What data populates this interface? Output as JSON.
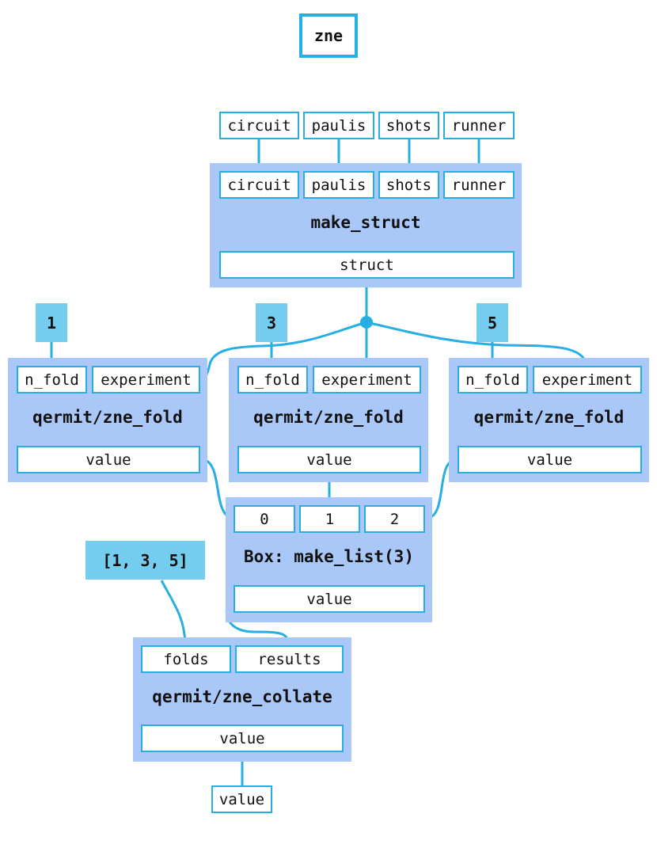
{
  "title": "zne",
  "graph_inputs": [
    "circuit",
    "paulis",
    "shots",
    "runner"
  ],
  "make_struct": {
    "label": "make_struct",
    "inputs": [
      "circuit",
      "paulis",
      "shots",
      "runner"
    ],
    "output": "struct"
  },
  "constants": {
    "c1": "1",
    "c3": "3",
    "c5": "5",
    "folds": "[1, 3, 5]"
  },
  "fold_nodes": [
    {
      "label": "qermit/zne_fold",
      "inputs": [
        "n_fold",
        "experiment"
      ],
      "output": "value"
    },
    {
      "label": "qermit/zne_fold",
      "inputs": [
        "n_fold",
        "experiment"
      ],
      "output": "value"
    },
    {
      "label": "qermit/zne_fold",
      "inputs": [
        "n_fold",
        "experiment"
      ],
      "output": "value"
    }
  ],
  "make_list": {
    "label": "Box: make_list(3)",
    "inputs": [
      "0",
      "1",
      "2"
    ],
    "output": "value"
  },
  "collate": {
    "label": "qermit/zne_collate",
    "inputs": [
      "folds",
      "results"
    ],
    "output": "value"
  },
  "graph_output": "value",
  "colors": {
    "edge": "#27aee2",
    "node": "#a9c7f7",
    "constant": "#74ccee"
  }
}
